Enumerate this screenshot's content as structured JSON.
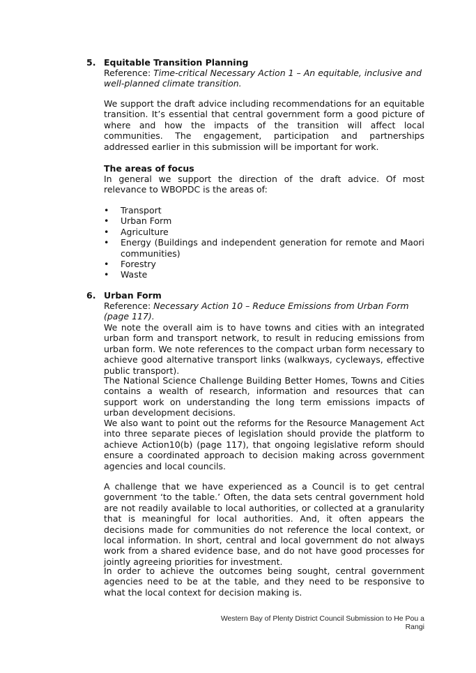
{
  "section5": {
    "number": "5.",
    "title": "Equitable Transition Planning",
    "reference_label": "Reference: ",
    "reference_text": "Time-critical Necessary Action 1 – An equitable, inclusive and well-planned climate transition.",
    "para1": "We support the draft advice including recommendations for an equitable transition. It’s essential that central government form a good picture of where and how the impacts of the transition will affect local communities.  The engagement, participation and partnerships addressed earlier in this submission will be important for work.",
    "focus_heading": "The areas of focus",
    "focus_para": "In general we support the direction of the draft advice.  Of most relevance to WBOPDC is the areas of:",
    "bullet_glyph": "•",
    "bullets": [
      "Transport",
      "Urban Form",
      "Agriculture",
      "Energy (Buildings and independent generation for remote and Maori communities)",
      "Forestry",
      "Waste"
    ]
  },
  "section6": {
    "number": "6.",
    "title": "Urban Form",
    "reference_label": "Reference: ",
    "reference_text": "Necessary Action 10 – Reduce Emissions from Urban Form (page 117).",
    "paragraphs": [
      "We note the overall aim is to have towns and cities with an integrated urban form and transport network, to result in reducing emissions from urban form. We note references to the compact urban form necessary to achieve good alternative transport links (walkways, cycleways, effective public transport).",
      "The National Science Challenge Building Better Homes, Towns and Cities contains a wealth of research, information and resources that can support work on understanding the long term emissions impacts of urban development decisions.",
      "We also want to point out the reforms for the Resource Management Act into three separate pieces of legislation should provide the platform to achieve Action10(b) (page 117), that ongoing legislative reform should ensure a coordinated approach to decision making across government agencies and local councils.",
      "A challenge that we have experienced as a Council is to get central government ‘to the table.’ Often, the data sets central government hold are not readily available to local authorities, or collected at a granularity that is meaningful for local authorities.  And, it often appears the decisions made for communities do not reference the local context, or local information.  In short, central and local government do not always work from a shared evidence base, and do not have good processes for jointly agreeing priorities for investment.",
      "In order to achieve the outcomes being sought, central government agencies need to be at the table, and they need to be responsive to what the local context for decision making is."
    ]
  },
  "footer": "Western Bay of Plenty District Council Submission to He Pou a Rangi"
}
